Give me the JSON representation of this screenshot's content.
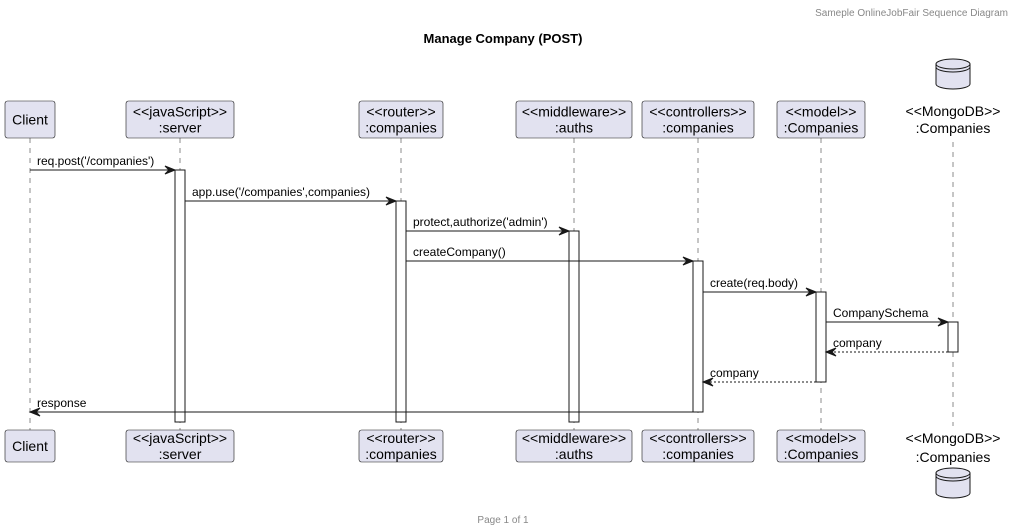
{
  "header": {
    "caption": "Sameple OnlineJobFair Sequence Diagram"
  },
  "title": "Manage Company (POST)",
  "footer": {
    "page": "Page 1 of 1"
  },
  "participants": [
    {
      "id": "client",
      "lines": [
        "Client"
      ],
      "kind": "box"
    },
    {
      "id": "server",
      "lines": [
        "<<javaScript>>",
        ":server"
      ],
      "kind": "box"
    },
    {
      "id": "router",
      "lines": [
        "<<router>>",
        ":companies"
      ],
      "kind": "box"
    },
    {
      "id": "auths",
      "lines": [
        "<<middleware>>",
        ":auths"
      ],
      "kind": "box"
    },
    {
      "id": "controllers",
      "lines": [
        "<<controllers>>",
        ":companies"
      ],
      "kind": "box"
    },
    {
      "id": "model",
      "lines": [
        "<<model>>",
        ":Companies"
      ],
      "kind": "box"
    },
    {
      "id": "db",
      "lines": [
        "<<MongoDB>>",
        ":Companies"
      ],
      "kind": "database"
    }
  ],
  "messages": [
    {
      "from": "client",
      "to": "server",
      "label": "req.post('/companies')",
      "type": "sync"
    },
    {
      "from": "server",
      "to": "router",
      "label": "app.use('/companies',companies)",
      "type": "sync"
    },
    {
      "from": "router",
      "to": "auths",
      "label": "protect,authorize('admin')",
      "type": "sync"
    },
    {
      "from": "router",
      "to": "controllers",
      "label": "createCompany()",
      "type": "sync"
    },
    {
      "from": "controllers",
      "to": "model",
      "label": "create(req.body)",
      "type": "sync"
    },
    {
      "from": "model",
      "to": "db",
      "label": "CompanySchema",
      "type": "sync"
    },
    {
      "from": "db",
      "to": "model",
      "label": "company",
      "type": "return"
    },
    {
      "from": "model",
      "to": "controllers",
      "label": "company",
      "type": "return"
    },
    {
      "from": "controllers",
      "to": "client",
      "label": "response",
      "type": "sync"
    }
  ],
  "colors": {
    "participant_fill": "#E2E2F0",
    "line": "#181818"
  }
}
